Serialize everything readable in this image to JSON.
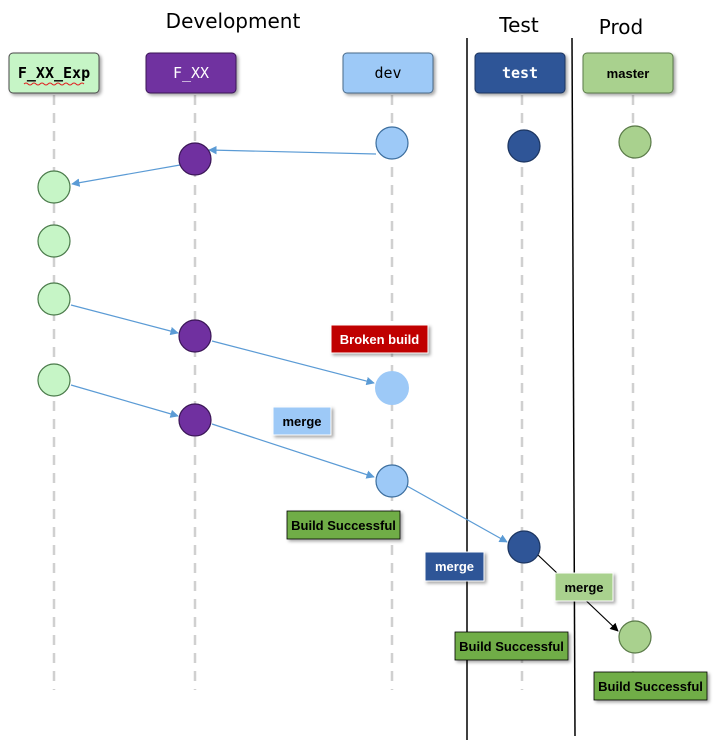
{
  "colors": {
    "light_green": "#c6f5c6",
    "purple": "#7030a0",
    "light_blue": "#9dc9f7",
    "dark_blue": "#2f5597",
    "sage_green": "#a9d18e",
    "dark_red": "#c00000",
    "green": "#70ad47",
    "arrow_blue": "#5b9bd5",
    "lane_line": "#d0d0d0"
  },
  "sections": {
    "development": "Development",
    "test": "Test",
    "prod": "Prod"
  },
  "branches": [
    {
      "id": "f_xx_exp",
      "label": "F_XX_Exp",
      "fill": "#c6f5c6",
      "text_color": "#000000",
      "mono": true,
      "spellcheck": true
    },
    {
      "id": "f_xx",
      "label": "F_XX",
      "fill": "#7030a0",
      "text_color": "#ffffff",
      "mono": true
    },
    {
      "id": "dev",
      "label": "dev",
      "fill": "#9dc9f7",
      "text_color": "#000000",
      "mono": true
    },
    {
      "id": "test",
      "label": "test",
      "fill": "#2f5597",
      "text_color": "#ffffff",
      "mono": true,
      "bold": true
    },
    {
      "id": "master",
      "label": "master",
      "fill": "#a9d18e",
      "text_color": "#000000",
      "mono": false,
      "bold": true
    }
  ],
  "labels": {
    "broken_build": "Broken build",
    "merge_dev": "merge",
    "build_successful_dev": "Build Successful",
    "merge_test": "merge",
    "merge_master": "merge",
    "build_successful_test": "Build Successful",
    "build_successful_prod": "Build Successful"
  }
}
